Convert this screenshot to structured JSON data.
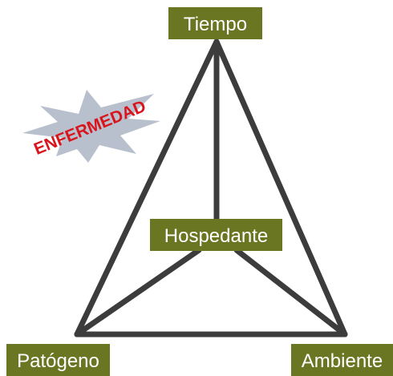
{
  "nodes": {
    "top": {
      "label": "Tiempo"
    },
    "center": {
      "label": "Hospedante"
    },
    "bottom_left": {
      "label": "Patógeno"
    },
    "bottom_right": {
      "label": "Ambiente"
    }
  },
  "burst": {
    "label": "ENFERMEDAD"
  },
  "colors": {
    "node_fill": "#6b7623",
    "node_text": "#ffffff",
    "edge": "#3c3c3c",
    "burst_fill": "#b7c0cc",
    "burst_text": "#d9141c"
  }
}
